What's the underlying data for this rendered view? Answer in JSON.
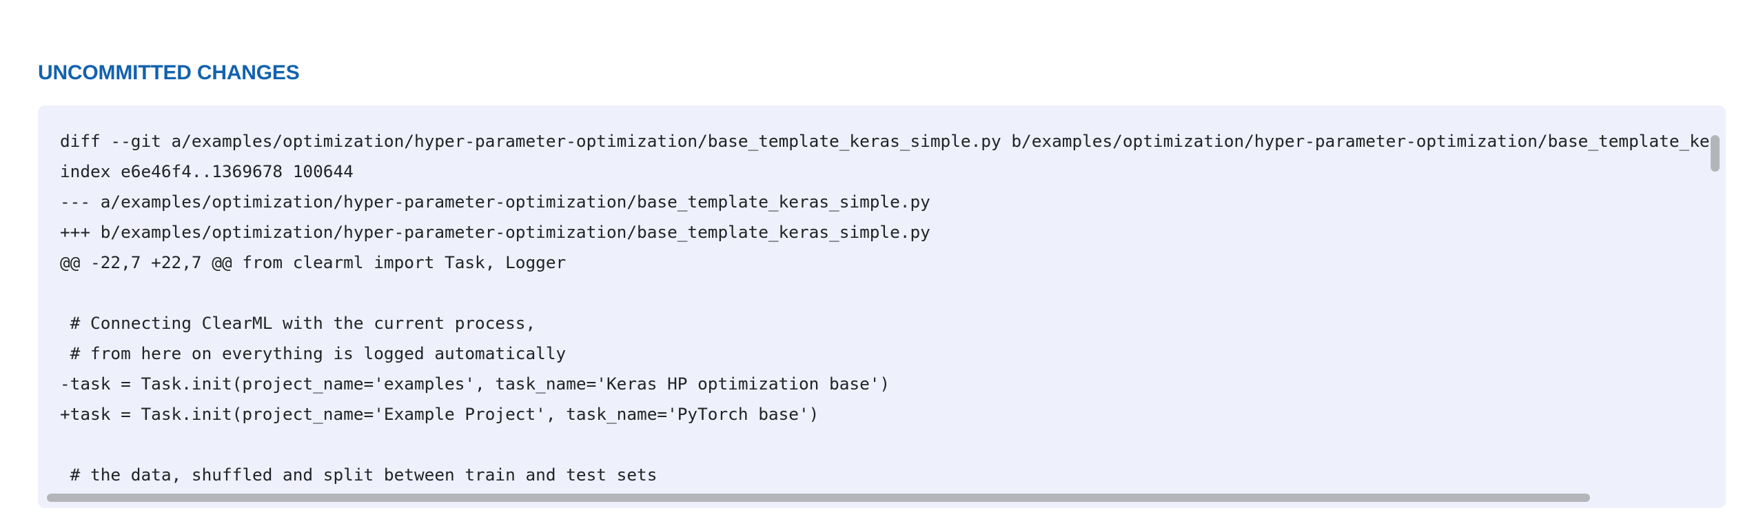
{
  "page": {
    "background": "#ffffff"
  },
  "header": {
    "title": "UNCOMMITTED CHANGES",
    "color": "#1262ae"
  },
  "diff_panel": {
    "background": "#eef1fb",
    "text_color": "#222326",
    "scrollbar_color": "#b4b5b9",
    "has_vertical_scrollbar": true,
    "has_horizontal_scrollbar": true,
    "lines": [
      "diff --git a/examples/optimization/hyper-parameter-optimization/base_template_keras_simple.py b/examples/optimization/hyper-parameter-optimization/base_template_keras_simple.py",
      "index e6e46f4..1369678 100644",
      "--- a/examples/optimization/hyper-parameter-optimization/base_template_keras_simple.py",
      "+++ b/examples/optimization/hyper-parameter-optimization/base_template_keras_simple.py",
      "@@ -22,7 +22,7 @@ from clearml import Task, Logger",
      "",
      " # Connecting ClearML with the current process,",
      " # from here on everything is logged automatically",
      "-task = Task.init(project_name='examples', task_name='Keras HP optimization base')",
      "+task = Task.init(project_name='Example Project', task_name='PyTorch base')",
      "",
      " # the data, shuffled and split between train and test sets"
    ]
  }
}
